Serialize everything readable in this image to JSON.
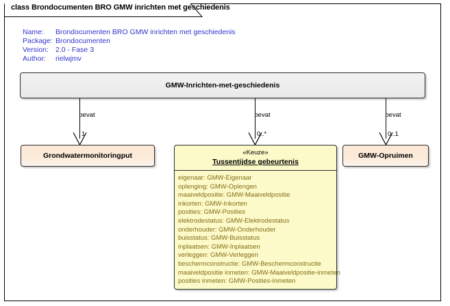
{
  "diagram": {
    "tab_label": "class Brondocumenten BRO GMW inrichten met geschiedenis",
    "meta": [
      {
        "key": "Name:",
        "value": "Brondocumenten BRO GMW inrichten met geschiedenis"
      },
      {
        "key": "Package:",
        "value": "Brondocumenten"
      },
      {
        "key": "Version:",
        "value": "2.0 - Fase 3"
      },
      {
        "key": "Author:",
        "value": "rielwjmv"
      }
    ],
    "colors": {
      "meta_text": "#3333cc",
      "root_fill": "#ededed",
      "peach_fill": "#fcead9",
      "choice_fill": "#fcfac8",
      "attribute_text": "#836c17",
      "border": "#2b2b2b"
    }
  },
  "nodes": {
    "root": {
      "title": "GMW-Inrichten-met-geschiedenis"
    },
    "grondwatermonitoringput": {
      "title": "Grondwatermonitoringput"
    },
    "gmw_opruimen": {
      "title": "GMW-Opruimen"
    },
    "tussentijdse_gebeurtenis": {
      "stereotype": "«Keuze»",
      "title": "Tussentijdse gebeurtenis",
      "attributes": [
        "eigenaar: GMW-Eigenaar",
        "oplenging: GMW-Oplengen",
        "maaiveldpositie: GMW-Maaiveldpositie",
        "inkorten: GMW-Inkorten",
        "posities: GMW-Posities",
        "elektrodestatus: GMW-Elektrodestatus",
        "onderhouder: GMW-Onderhouder",
        "buisstatus: GMW-Buisstatus",
        "inplaatsen: GMW-Inplaatsen",
        "verleggen: GMW-Verleggen",
        "beschermconstructie: GMW-Beschermconstructie",
        "maaiveldpositie inmeten: GMW-Maaiveldpositie-inmeten",
        "posities inmeten: GMW-Posities-inmeten"
      ]
    }
  },
  "connectors": [
    {
      "label": "bevat",
      "multiplicity": "1"
    },
    {
      "label": "bevat",
      "multiplicity": "0..*"
    },
    {
      "label": "bevat",
      "multiplicity": "0..1"
    }
  ]
}
